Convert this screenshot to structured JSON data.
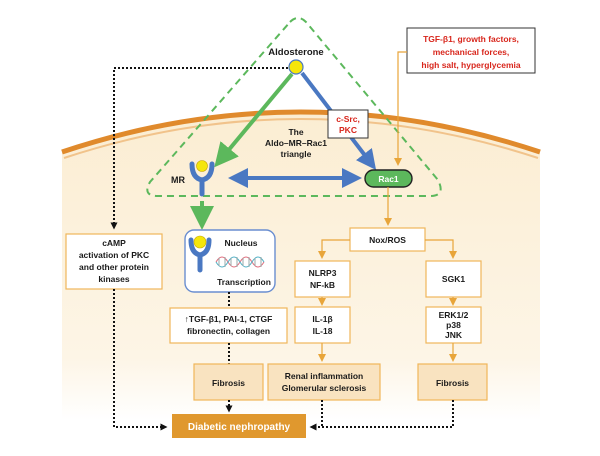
{
  "colors": {
    "membrane_orange": "#e08a2c",
    "cytoplasm": "#fbf1dc",
    "green": "#5cb85c",
    "blue": "#4a78c2",
    "yellow": "#f5e60a",
    "box_border": "#f0b65a",
    "outcome_fill": "#f9e3c0",
    "final_fill": "#e0982e",
    "red_text": "#d8261c",
    "flow_arrow": "#e8a53a"
  },
  "ligand": {
    "label": "Aldosterone"
  },
  "receptor": {
    "label": "MR"
  },
  "rac1": {
    "label": "Rac1"
  },
  "triangle": {
    "line1": "The",
    "line2": "Aldo–MR–Rac1",
    "line3": "triangle"
  },
  "kinase_box": {
    "line1": "c-Src,",
    "line2": "PKC"
  },
  "stimuli_box": {
    "line1": "TGF-β1, growth factors,",
    "line2": "mechanical forces,",
    "line3": "high salt, hyperglycemia"
  },
  "camp_box": {
    "line1": "cAMP",
    "line2": "activation of PKC",
    "line3": "and other protein",
    "line4": "kinases"
  },
  "nucleus_box": {
    "title": "Nucleus",
    "caption": "Transcription"
  },
  "genes_box": {
    "arrow": "↑",
    "line1": "TGF-β1, PAI-1, CTGF",
    "line2": "fibronectin, collagen"
  },
  "nox_box": {
    "label": "Nox/ROS"
  },
  "nlrp3_box": {
    "line1": "NLRP3",
    "line2": "NF-kB"
  },
  "il_box": {
    "line1": "IL-1β",
    "line2": "IL-18"
  },
  "sgk1_box": {
    "label": "SGK1"
  },
  "mapk_box": {
    "line1": "ERK1/2",
    "line2": "p38",
    "line3": "JNK"
  },
  "fibrosis_left": {
    "label": "Fibrosis"
  },
  "renal_box": {
    "line1": "Renal inflammation",
    "line2": "Glomerular sclerosis"
  },
  "fibrosis_right": {
    "label": "Fibrosis"
  },
  "outcome": {
    "label": "Diabetic nephropathy"
  }
}
